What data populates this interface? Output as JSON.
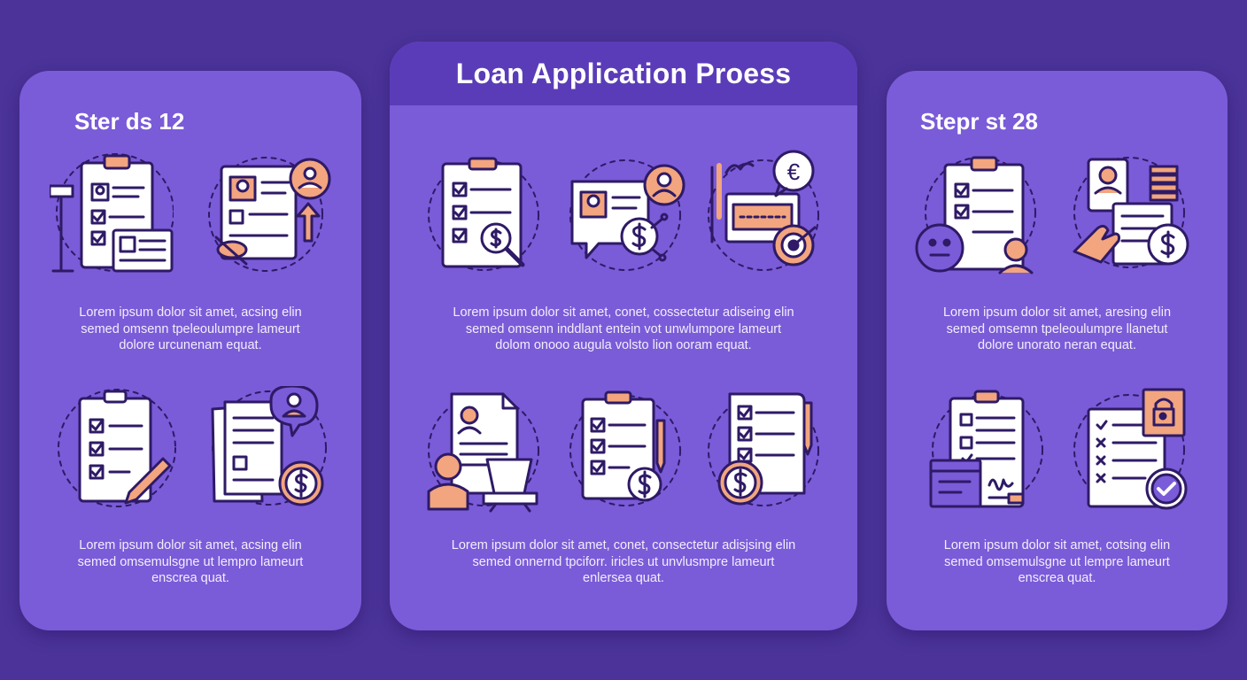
{
  "title": "Loan Application Proess",
  "panels": {
    "left": {
      "heading": "Ster ds 12",
      "text_top": [
        "Lorem ipsum dolor sit amet, acsing elin",
        "semed omsenn tpeleoulumpre lameurt",
        "dolore urcunenam equat."
      ],
      "text_bottom": [
        "Lorem ipsum dolor sit amet, acsing elin",
        "semed omsemulsgne ut lempro lameurt",
        "enscrea quat."
      ]
    },
    "middle": {
      "text_top": [
        "Lorem ipsum dolor sit amet, conet, cossectetur adiseing elin",
        "semed omsenn inddlant entein vot unwlumpore lameurt",
        "dolom onooo augula volsto lion ooram equat."
      ],
      "text_bottom": [
        "Lorem ipsum dolor sit amet, conet, consectetur adisjsing elin",
        "semed onnernd tpciforr. iricles ut unvlusmpre lameurt",
        "enlersea quat."
      ]
    },
    "right": {
      "heading": "Stepr st 28",
      "text_top": [
        "Lorem ipsum dolor sit amet, aresing elin",
        "semed omsemn tpeleoulumpre llanetut",
        "dolore unorato neran equat."
      ],
      "text_bottom": [
        "Lorem ipsum dolor sit amet, cotsing elin",
        "semed omsemulsgne ut lempre lameurt",
        "enscrea quat."
      ]
    }
  },
  "icons": {
    "left": [
      "checklist-form-icon",
      "profile-chat-icon",
      "checklist-pencil-icon",
      "document-dollar-icon"
    ],
    "middle": [
      "checklist-search-dollar-icon",
      "chat-profile-dollar-icon",
      "euro-payment-target-icon",
      "resume-person-laptop-icon",
      "clipboard-dollar-icon",
      "document-dollar-pen-icon"
    ],
    "right": [
      "checklist-face-icon",
      "profile-hand-dollar-icon",
      "clipboard-signature-icon",
      "lock-checklist-icon"
    ]
  },
  "colors": {
    "background": "#4b3399",
    "panel": "#7a5bd8",
    "header": "#5a3cb8",
    "line": "#2e1a66",
    "accent": "#f2a57e"
  }
}
